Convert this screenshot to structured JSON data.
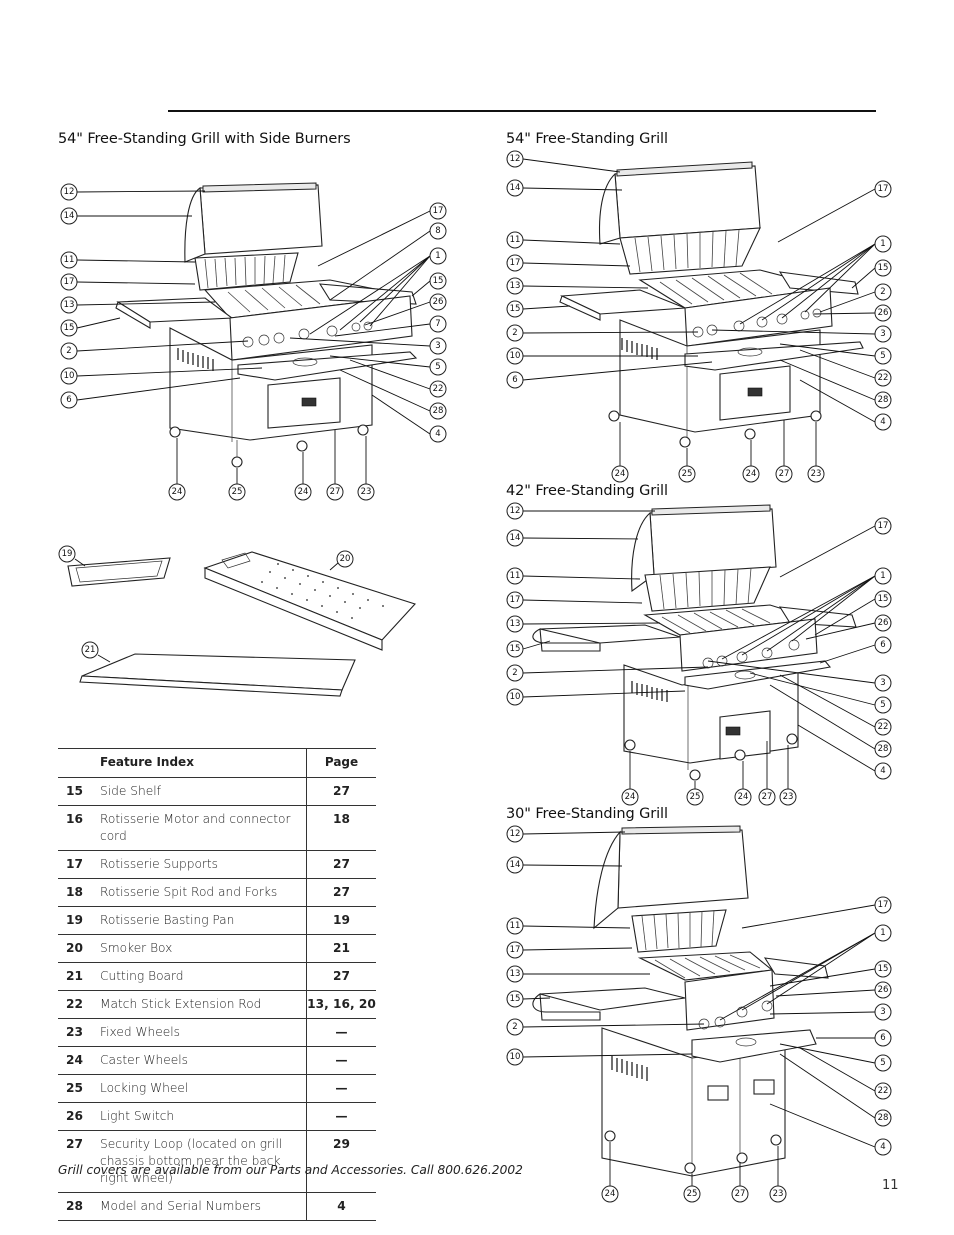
{
  "sections": {
    "s54_side": "54\" Free-Standing Grill with Side Burners",
    "s54": "54\" Free-Standing Grill",
    "s42": "42\" Free-Standing Grill",
    "s30": "30\" Free-Standing Grill"
  },
  "callouts": {
    "d54side_left": [
      "12",
      "14",
      "11",
      "17",
      "13",
      "15",
      "2",
      "10",
      "6"
    ],
    "d54side_right": [
      "17",
      "8",
      "1",
      "15",
      "26",
      "7",
      "3",
      "5",
      "22",
      "28",
      "4"
    ],
    "d54side_bottom": [
      "24",
      "25",
      "24",
      "27",
      "23"
    ],
    "accessories": [
      "19",
      "20",
      "21"
    ],
    "d54_left": [
      "12",
      "14",
      "11",
      "17",
      "13",
      "15",
      "2",
      "10",
      "6"
    ],
    "d54_right": [
      "17",
      "1",
      "15",
      "2",
      "26",
      "3",
      "5",
      "22",
      "28",
      "4"
    ],
    "d54_bottom": [
      "24",
      "25",
      "24",
      "27",
      "23"
    ],
    "d42_left": [
      "12",
      "14",
      "11",
      "17",
      "13",
      "15",
      "2",
      "10"
    ],
    "d42_right": [
      "17",
      "1",
      "15",
      "26",
      "6",
      "3",
      "5",
      "22",
      "28",
      "4"
    ],
    "d42_bottom": [
      "24",
      "25",
      "24",
      "27",
      "23"
    ],
    "d30_left": [
      "12",
      "14",
      "11",
      "17",
      "13",
      "15",
      "2",
      "10"
    ],
    "d30_right": [
      "17",
      "1",
      "15",
      "26",
      "3",
      "6",
      "5",
      "22",
      "28",
      "4"
    ],
    "d30_bottom": [
      "24",
      "25",
      "27",
      "23"
    ]
  },
  "table": {
    "headers": {
      "num": "",
      "feature": "Feature Index",
      "page": "Page"
    },
    "rows": [
      {
        "num": "15",
        "feature": "Side Shelf",
        "page": "27"
      },
      {
        "num": "16",
        "feature": "Rotisserie Motor and connector cord",
        "page": "18"
      },
      {
        "num": "17",
        "feature": "Rotisserie Supports",
        "page": "27"
      },
      {
        "num": "18",
        "feature": "Rotisserie Spit Rod and Forks",
        "page": "27"
      },
      {
        "num": "19",
        "feature": "Rotisserie Basting Pan",
        "page": "19"
      },
      {
        "num": "20",
        "feature": "Smoker Box",
        "page": "21"
      },
      {
        "num": "21",
        "feature": "Cutting Board",
        "page": "27"
      },
      {
        "num": "22",
        "feature": "Match Stick Extension Rod",
        "page": "13, 16, 20"
      },
      {
        "num": "23",
        "feature": "Fixed Wheels",
        "page": "—"
      },
      {
        "num": "24",
        "feature": "Caster Wheels",
        "page": "—"
      },
      {
        "num": "25",
        "feature": "Locking Wheel",
        "page": "—"
      },
      {
        "num": "26",
        "feature": "Light Switch",
        "page": "—"
      },
      {
        "num": "27",
        "feature": "Security Loop (located on grill chassis bottom near the back right wheel)",
        "page": "29"
      },
      {
        "num": "28",
        "feature": "Model and Serial Numbers",
        "page": "4"
      }
    ]
  },
  "footnote": "Grill covers are available from our Parts and Accessories. Call 800.626.2002",
  "page_number": "11"
}
